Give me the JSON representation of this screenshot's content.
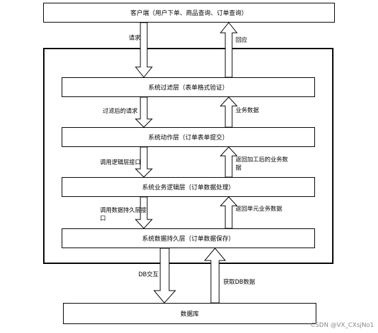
{
  "diagram": {
    "client_box": "客户端（用户下单、商品查询、订单查询）",
    "layers": [
      "系统过滤层（表单格式验证）",
      "系统动作层（订单表单提交）",
      "系统业务逻辑层（订单数据处理）",
      "系统数据持久层（订单数据保存）"
    ],
    "database_box": "数据库",
    "down_labels": [
      "请求",
      "过滤后的请求",
      "调用逻辑层接口",
      "调用数据持久层接口",
      "DB交互"
    ],
    "up_labels": [
      "回应",
      "业务数据",
      "返回加工后的业务数据",
      "返回单元业务数据",
      "获取DB数据"
    ]
  },
  "watermark": "CSDN @VX_CXsjNo1"
}
